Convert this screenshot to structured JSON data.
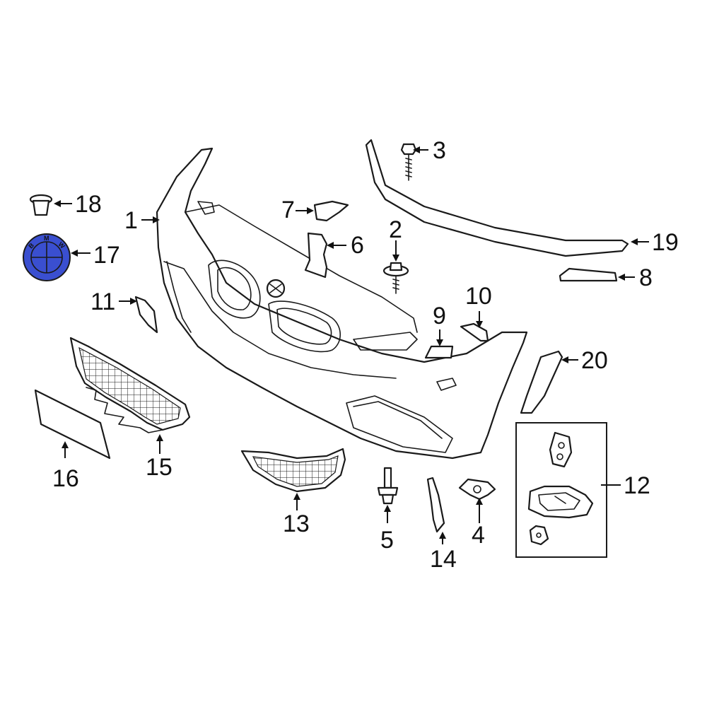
{
  "diagram": {
    "callouts": [
      {
        "id": "1",
        "label": "1"
      },
      {
        "id": "2",
        "label": "2"
      },
      {
        "id": "3",
        "label": "3"
      },
      {
        "id": "4",
        "label": "4"
      },
      {
        "id": "5",
        "label": "5"
      },
      {
        "id": "6",
        "label": "6"
      },
      {
        "id": "7",
        "label": "7"
      },
      {
        "id": "8",
        "label": "8"
      },
      {
        "id": "9",
        "label": "9"
      },
      {
        "id": "10",
        "label": "10"
      },
      {
        "id": "11",
        "label": "11"
      },
      {
        "id": "12",
        "label": "12"
      },
      {
        "id": "13",
        "label": "13"
      },
      {
        "id": "14",
        "label": "14"
      },
      {
        "id": "15",
        "label": "15"
      },
      {
        "id": "16",
        "label": "16"
      },
      {
        "id": "17",
        "label": "17"
      },
      {
        "id": "18",
        "label": "18"
      },
      {
        "id": "19",
        "label": "19"
      },
      {
        "id": "20",
        "label": "20"
      }
    ],
    "emblem": {
      "letters": [
        "B",
        "M",
        "W"
      ],
      "fill_color": "#3a4fd0",
      "highlighted_part": "17"
    },
    "colors": {
      "line": "#1a1a1a",
      "background": "#ffffff",
      "highlight": "#3a4fd0"
    }
  }
}
